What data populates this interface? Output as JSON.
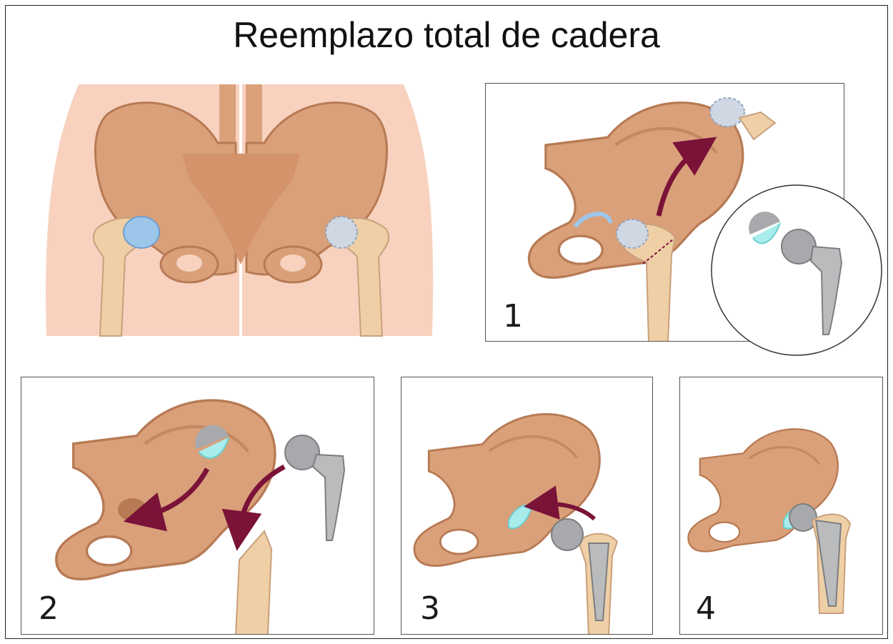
{
  "title": "Reemplazo total de cadera",
  "steps": [
    {
      "number": "1"
    },
    {
      "number": "2"
    },
    {
      "number": "3"
    },
    {
      "number": "4"
    }
  ],
  "colors": {
    "bone": "#d9a07a",
    "bone_dark": "#b77a54",
    "skin": "#f8d2bf",
    "femur": "#efcfa6",
    "cartilage": "#9cc7ea",
    "metal": "#a7a9ac",
    "liner": "#a8ecec",
    "arrow": "#7b1238"
  }
}
